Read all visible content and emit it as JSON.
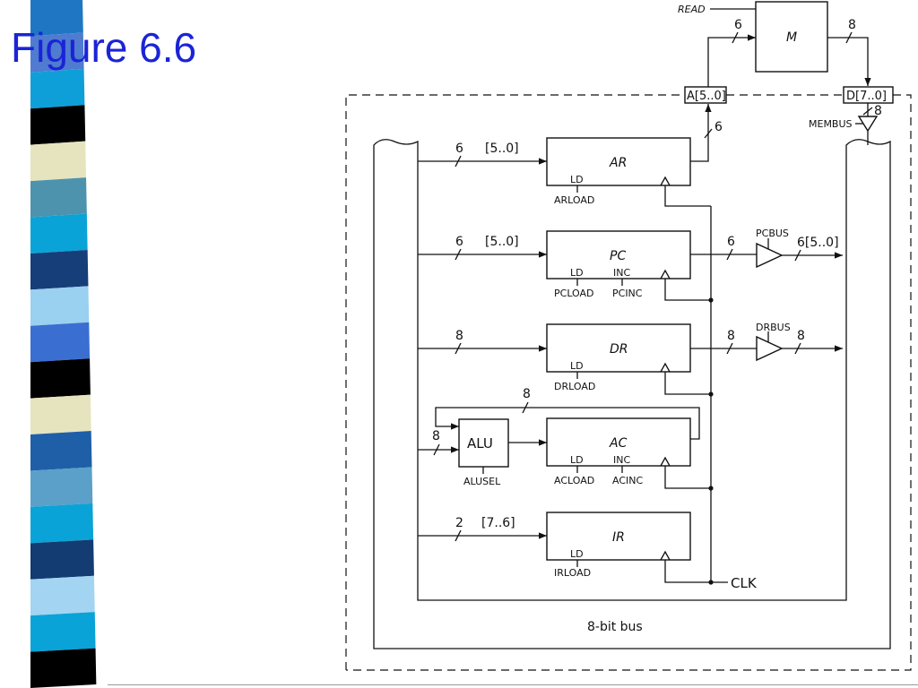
{
  "slide": {
    "title": "Figure 6.6"
  },
  "colors": {
    "title": "#1a24d6",
    "stripe": [
      "#1f77c4",
      "#4f7bd1",
      "#0f9fd8",
      "#000000",
      "#e6e4bf",
      "#4d93ad",
      "#0aa3d7",
      "#163e78",
      "#9ad0f0",
      "#3a6fd1",
      "#000000",
      "#e6e4bf",
      "#1f5fa8",
      "#5aa0c8",
      "#0aa3d7",
      "#123c72",
      "#a3d4f2",
      "#0aa3d7",
      "#000000"
    ]
  },
  "memory": {
    "label": "M",
    "read": "READ",
    "addr_width": "6",
    "data_width": "8"
  },
  "addr_port": {
    "label": "A[5..0]",
    "width": "6"
  },
  "data_port": {
    "label": "D[7..0]",
    "width": "8",
    "buffer": "MEMBUS"
  },
  "bus": {
    "label": "8-bit bus"
  },
  "clock": {
    "label": "CLK"
  },
  "registers": {
    "ar": {
      "name": "AR",
      "in_width": "6",
      "in_bits": "[5..0]",
      "ld": "LD",
      "ctrl": "ARLOAD"
    },
    "pc": {
      "name": "PC",
      "in_width": "6",
      "in_bits": "[5..0]",
      "ld": "LD",
      "inc": "INC",
      "ctrl_ld": "PCLOAD",
      "ctrl_inc": "PCINC",
      "out_width": "6",
      "buffer": "PCBUS",
      "out_label": "6[5..0]"
    },
    "dr": {
      "name": "DR",
      "in_width": "8",
      "ld": "LD",
      "ctrl": "DRLOAD",
      "out_width": "8",
      "buffer": "DRBUS",
      "out_label": "8"
    },
    "ac": {
      "name": "AC",
      "ld": "LD",
      "inc": "INC",
      "ctrl_ld": "ACLOAD",
      "ctrl_inc": "ACINC",
      "feedback_width": "8"
    },
    "ir": {
      "name": "IR",
      "in_width": "2",
      "in_bits": "[7..6]",
      "ld": "LD",
      "ctrl": "IRLOAD"
    }
  },
  "alu": {
    "name": "ALU",
    "in_width": "8",
    "ctrl": "ALUSEL"
  }
}
